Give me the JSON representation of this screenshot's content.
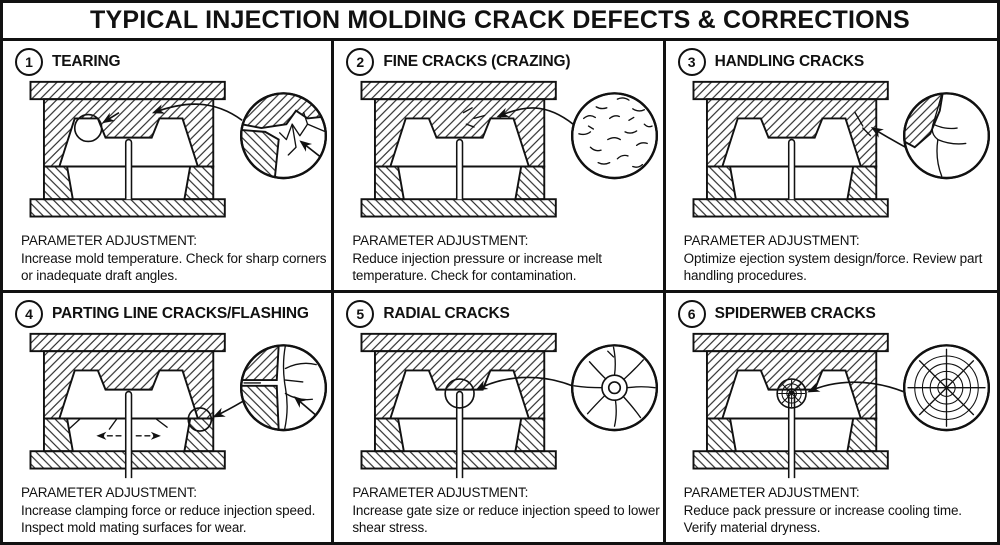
{
  "title": "TYPICAL INJECTION MOLDING CRACK DEFECTS & CORRECTIONS",
  "colors": {
    "ink": "#111111",
    "paper": "#ffffff"
  },
  "panels": [
    {
      "number": "1",
      "title": "TEARING",
      "adjustment_heading": "PARAMETER ADJUSTMENT:",
      "adjustment_text": "Increase mold temperature. Check for sharp corners or inadequate draft angles.",
      "detail_icon": "tearing-crack-icon"
    },
    {
      "number": "2",
      "title": "FINE CRACKS (CRAZING)",
      "adjustment_heading": "PARAMETER ADJUSTMENT:",
      "adjustment_text": "Reduce injection pressure or increase melt temperature. Check for contamination.",
      "detail_icon": "crazing-cracks-icon"
    },
    {
      "number": "3",
      "title": "HANDLING CRACKS",
      "adjustment_heading": "PARAMETER ADJUSTMENT:",
      "adjustment_text": "Optimize ejection system design/force. Review part handling procedures.",
      "detail_icon": "handling-crack-icon"
    },
    {
      "number": "4",
      "title": "PARTING LINE CRACKS/FLASHING",
      "adjustment_heading": "PARAMETER ADJUSTMENT:",
      "adjustment_text": "Increase clamping force or reduce injection speed. Inspect mold mating surfaces for wear.",
      "detail_icon": "parting-line-crack-icon"
    },
    {
      "number": "5",
      "title": "RADIAL CRACKS",
      "adjustment_heading": "PARAMETER ADJUSTMENT:",
      "adjustment_text": "Increase gate size or reduce injection speed to lower shear stress.",
      "detail_icon": "radial-cracks-icon"
    },
    {
      "number": "6",
      "title": "SPIDERWEB CRACKS",
      "adjustment_heading": "PARAMETER ADJUSTMENT:",
      "adjustment_text": "Reduce pack pressure or increase cooling time. Verify material dryness.",
      "detail_icon": "spiderweb-cracks-icon"
    }
  ]
}
